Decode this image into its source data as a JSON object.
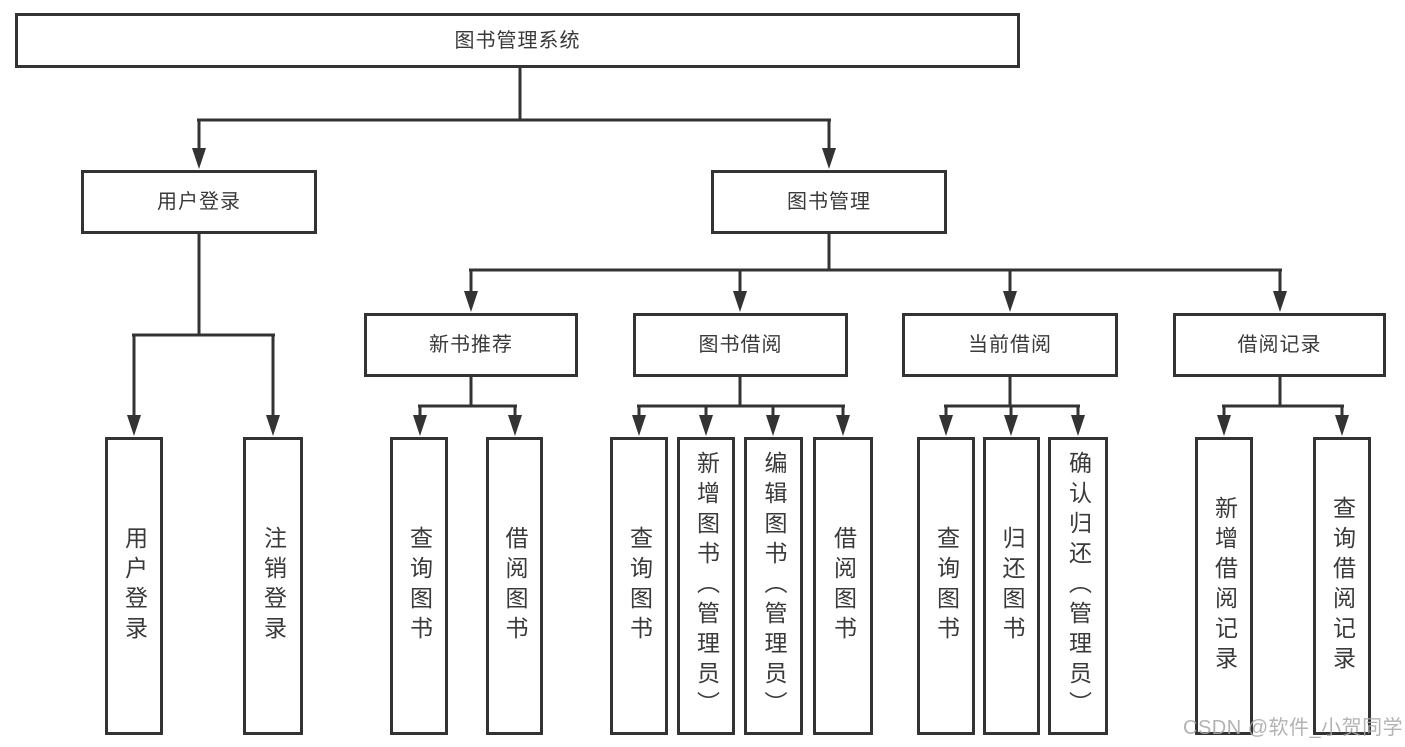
{
  "watermark": {
    "text": "CSDN @软件_小贺同学"
  },
  "colors": {
    "line": "#333333",
    "box_border": "#333333",
    "box_fill": "#ffffff",
    "text": "#3a3a3a",
    "watermark": "#a8a8a8",
    "background": "#ffffff"
  },
  "tree": {
    "root": {
      "label": "图书管理系统",
      "children": [
        {
          "label": "用户登录",
          "children": [
            {
              "label": "用户登录"
            },
            {
              "label": "注销登录"
            }
          ]
        },
        {
          "label": "图书管理",
          "children": [
            {
              "label": "新书推荐",
              "children": [
                {
                  "label": "查询图书"
                },
                {
                  "label": "借阅图书"
                }
              ]
            },
            {
              "label": "图书借阅",
              "children": [
                {
                  "label": "查询图书"
                },
                {
                  "label": "新增图书（管理员）"
                },
                {
                  "label": "编辑图书（管理员）"
                },
                {
                  "label": "借阅图书"
                }
              ]
            },
            {
              "label": "当前借阅",
              "children": [
                {
                  "label": "查询图书"
                },
                {
                  "label": "归还图书"
                },
                {
                  "label": "确认归还（管理员）"
                }
              ]
            },
            {
              "label": "借阅记录",
              "children": [
                {
                  "label": "新增借阅记录"
                },
                {
                  "label": "查询借阅记录"
                }
              ]
            }
          ]
        }
      ]
    }
  }
}
